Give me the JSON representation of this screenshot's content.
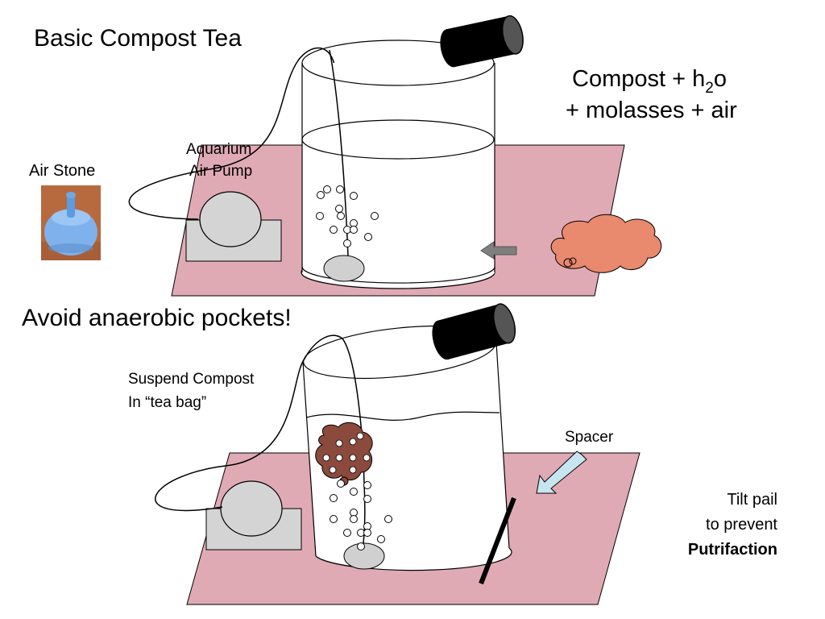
{
  "top": {
    "title": "Basic Compost Tea",
    "formula_line1_pre": "Compost + h",
    "formula_line1_sub": "2",
    "formula_line1_post": "o",
    "formula_line2": "+ molasses + air",
    "air_stone_label": "Air Stone",
    "pump_label_line1": "Aquarium",
    "pump_label_line2": "Air Pump"
  },
  "bottom": {
    "title": "Avoid anaerobic pockets!",
    "suspend_line1": "Suspend Compost",
    "suspend_line2": "In “tea bag”",
    "spacer_label": "Spacer",
    "tilt_line1": "Tilt  pail",
    "tilt_line2": "to prevent",
    "tilt_line3": "Putrifaction"
  },
  "colors": {
    "mat": "#e0aab4",
    "pump": "#d4d4d4",
    "compost_cloud": "#e9896d",
    "tea_bag": "#8b4a3c",
    "arrow_gray": "#7f7f7f",
    "arrow_blue": "#c6e6ef",
    "air_stone_blue": "#6fa8e6",
    "cylinder_black": "#000000"
  }
}
